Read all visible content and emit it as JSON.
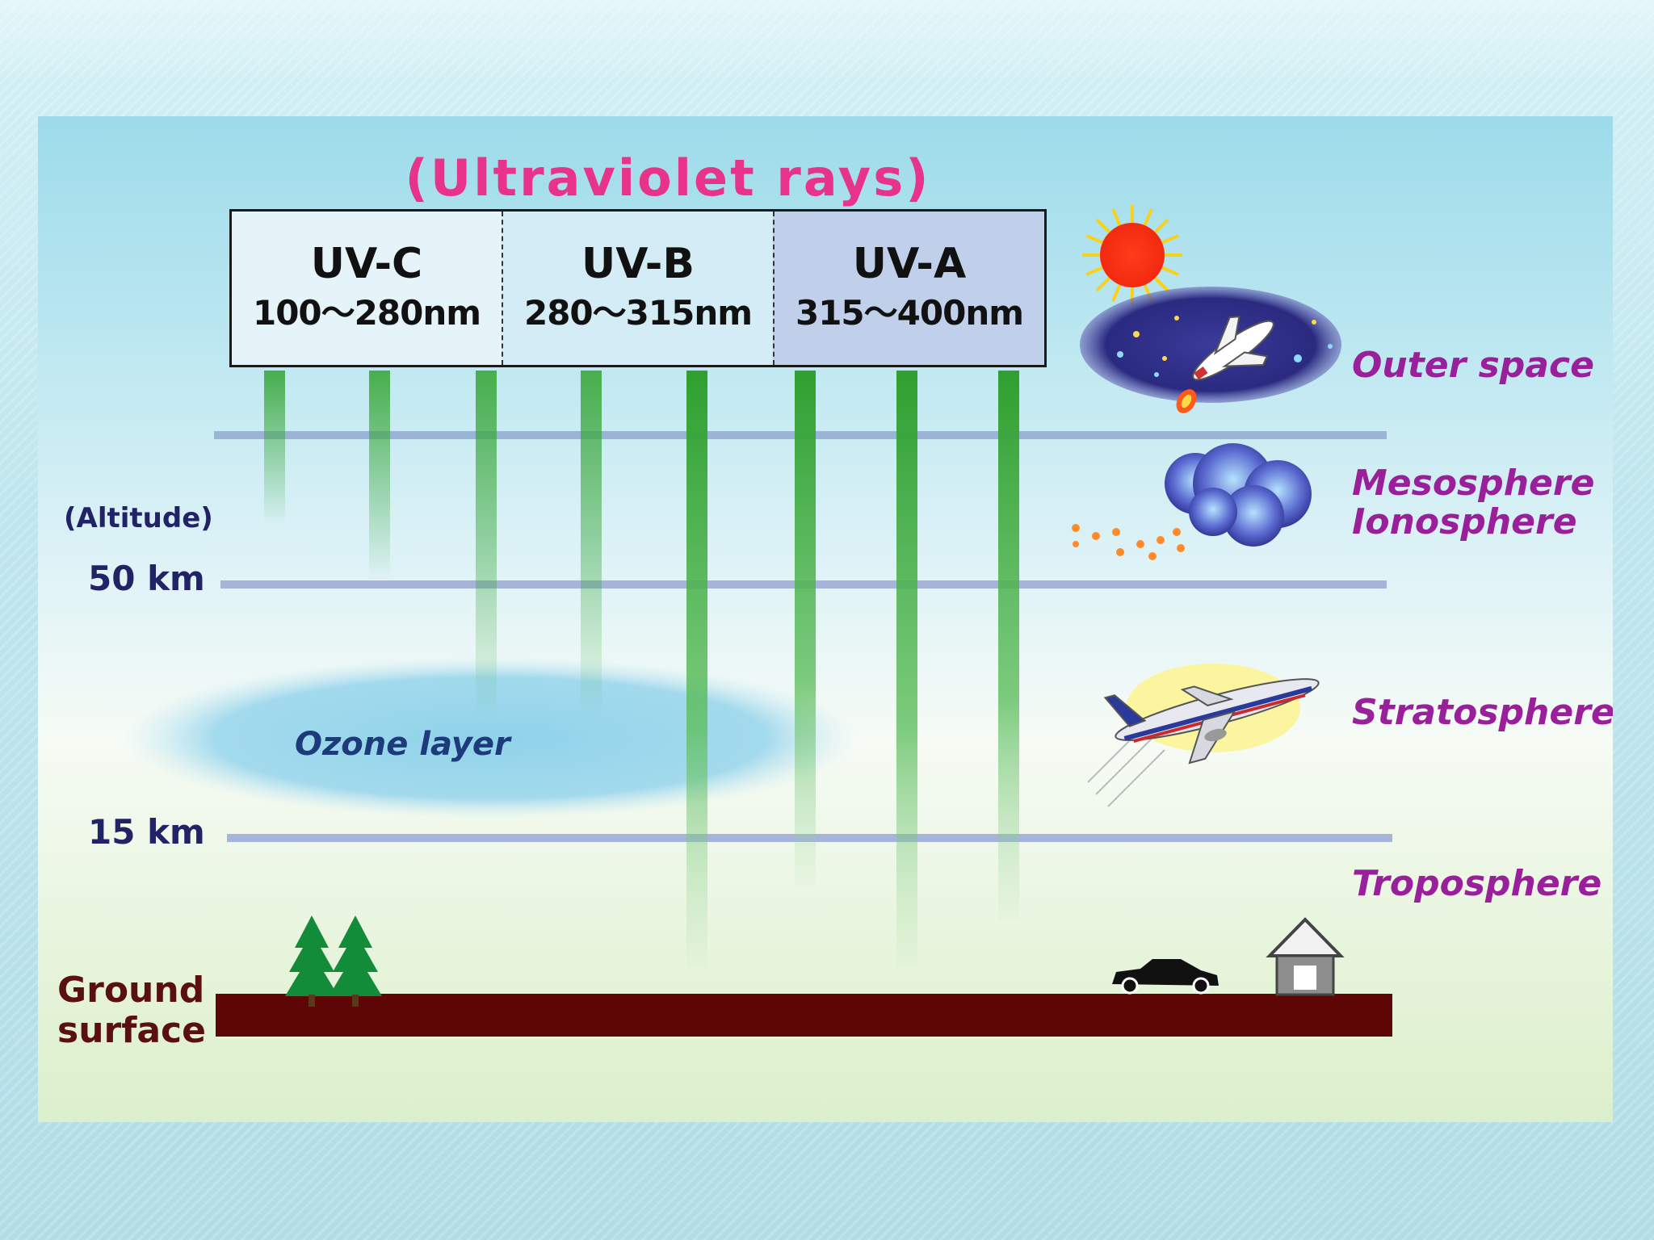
{
  "title": "(Ultraviolet rays)",
  "uv_bands": [
    {
      "name": "UV-C",
      "range": "100～280nm",
      "color": "#e4f4f8"
    },
    {
      "name": "UV-B",
      "range": "280～315nm",
      "color": "#d4ecf5"
    },
    {
      "name": "UV-A",
      "range": "315～400nm",
      "color": "#c0d0ea"
    }
  ],
  "altitude": {
    "caption": "(Altitude)",
    "mark_50": "50 km",
    "mark_15": "15 km"
  },
  "layers": {
    "outer_space": "Outer space",
    "mesosphere": "Mesosphere",
    "ionosphere": "Ionosphere",
    "stratosphere": "Stratosphere",
    "troposphere": "Troposphere"
  },
  "ozone_label": "Ozone layer",
  "ground": {
    "line1": "Ground",
    "line2": "surface"
  },
  "colors": {
    "title": "#e8338b",
    "layer_labels": "#9a1f9a",
    "altitude_labels": "#222266",
    "ground": "#5e0606",
    "rays": "#3aa83a",
    "ozone": "#8fd3ea"
  },
  "icons": [
    "sun-icon",
    "space-shuttle-icon",
    "cloud-icon",
    "airplane-icon",
    "tree-icon",
    "car-icon",
    "house-icon"
  ]
}
